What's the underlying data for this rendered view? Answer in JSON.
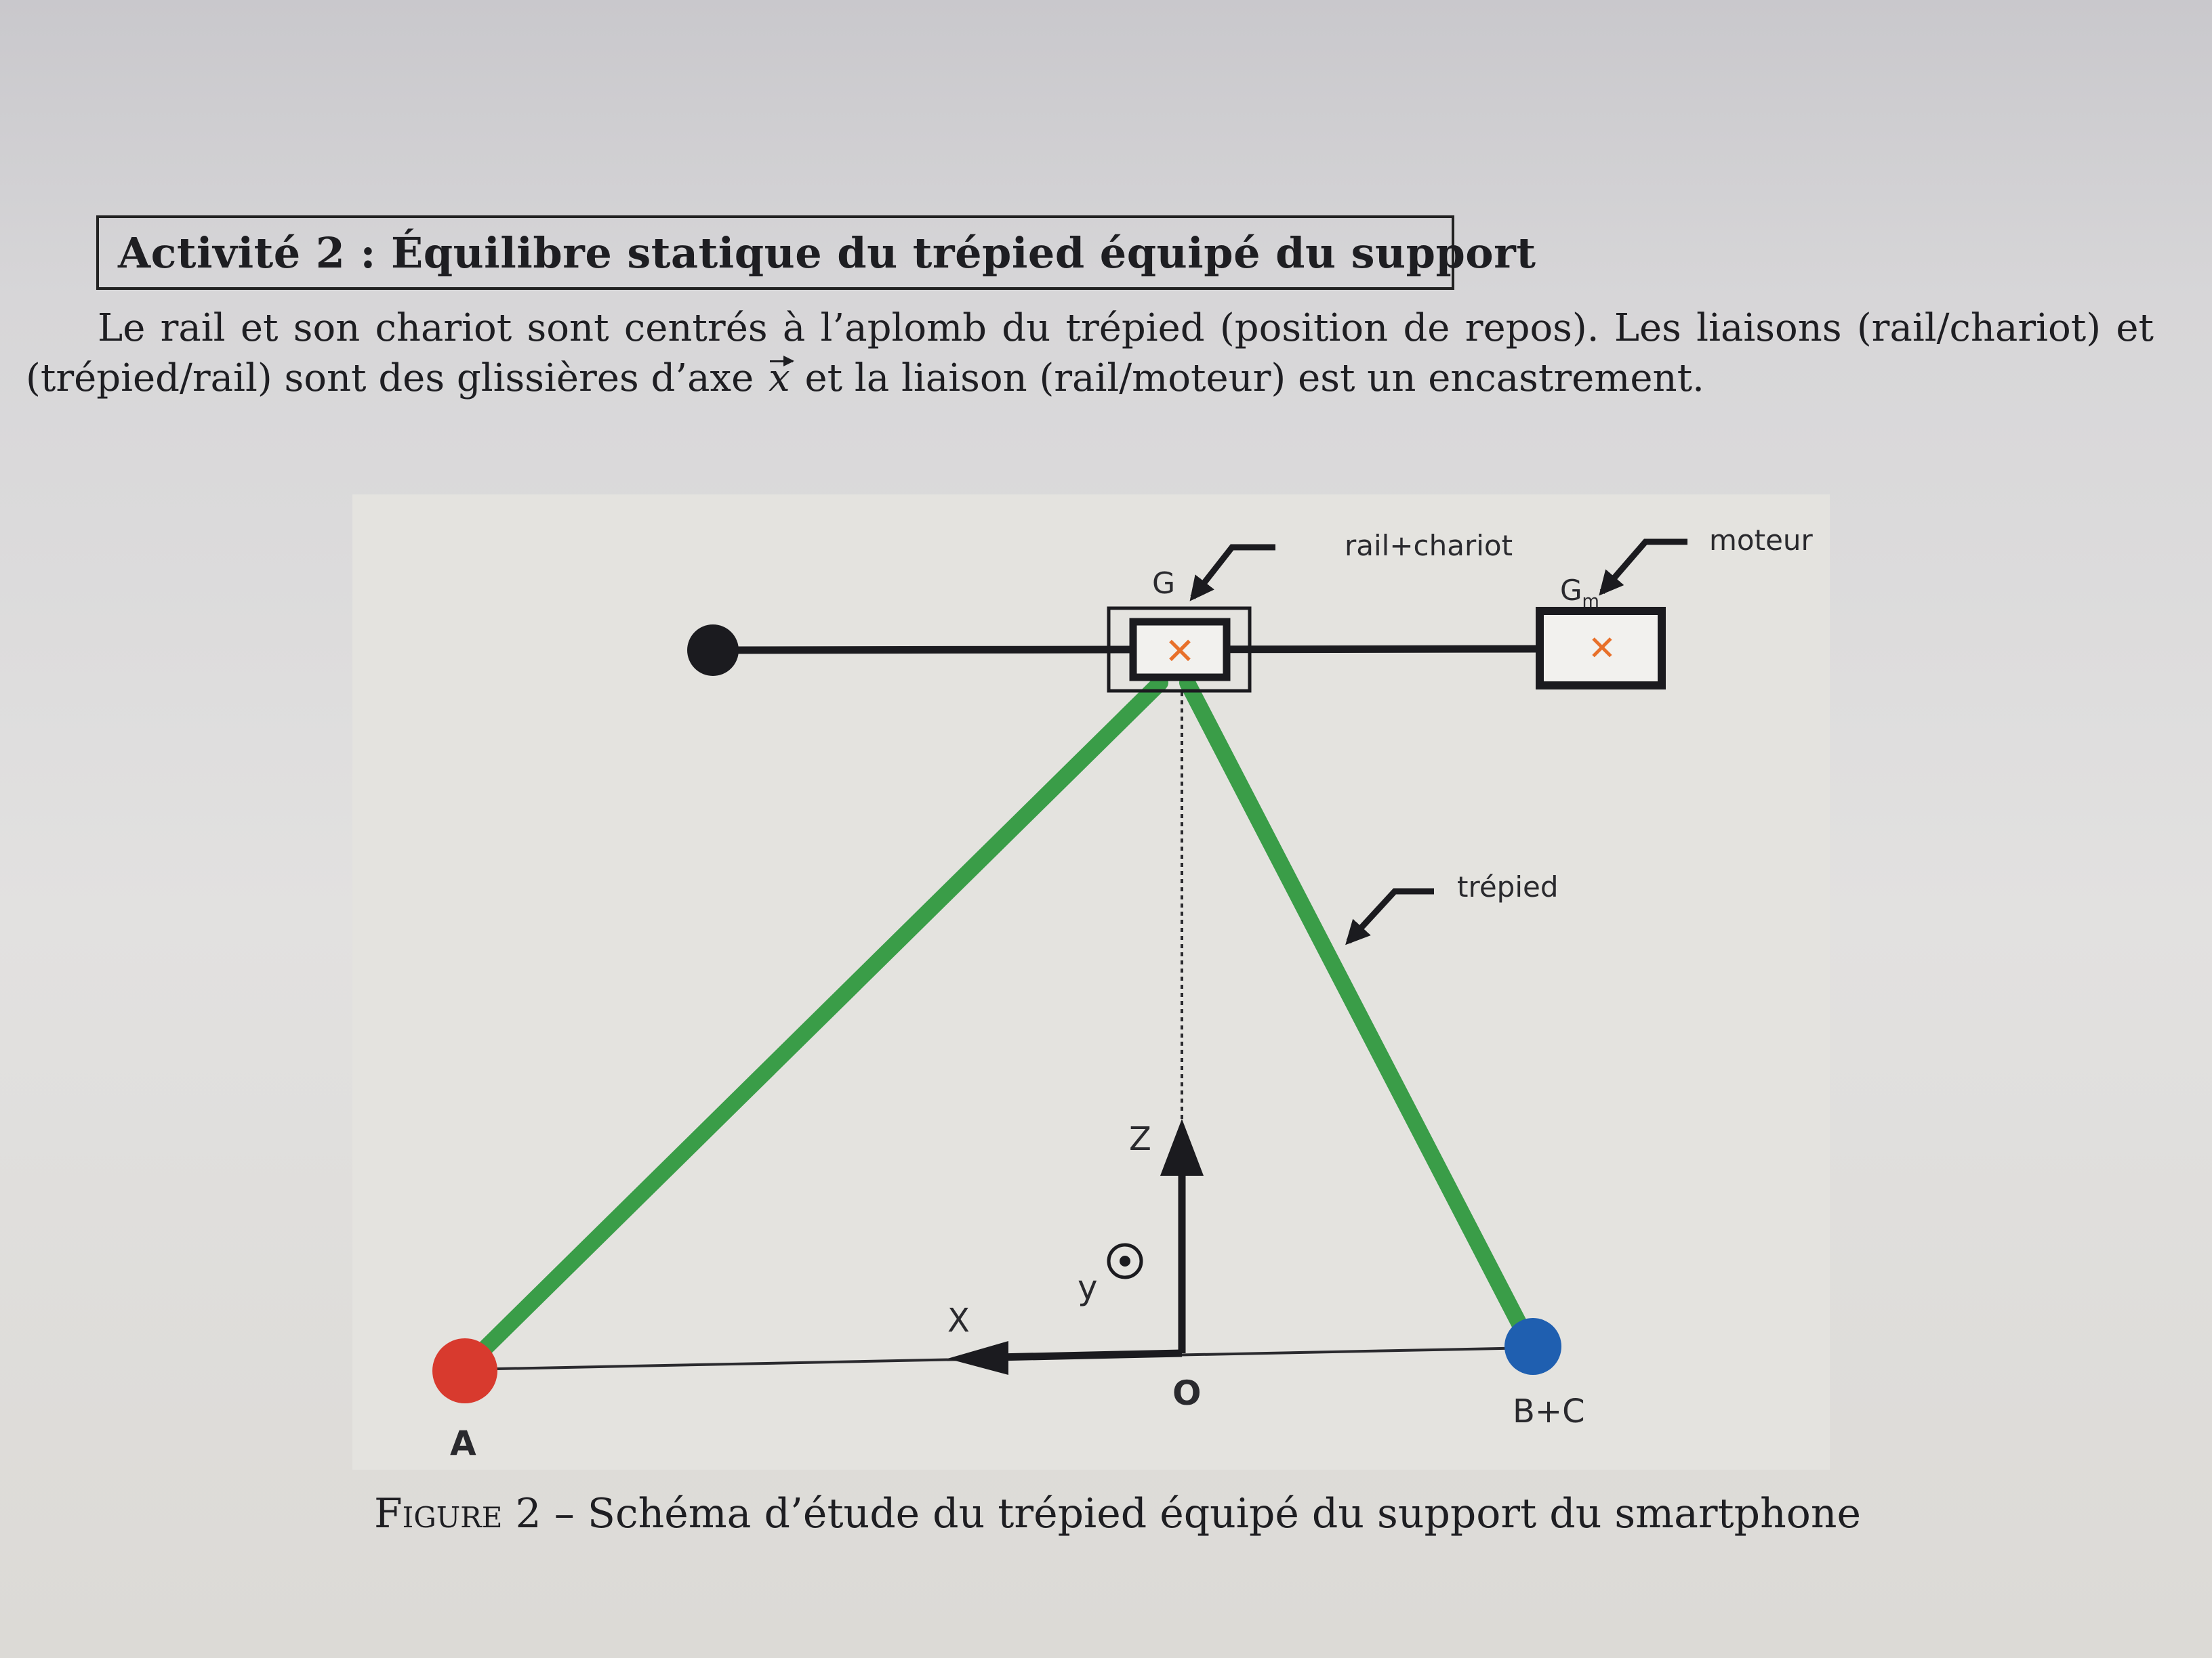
{
  "activity": {
    "title": "Activité 2 : Équilibre statique du trépied équipé du support"
  },
  "paragraph": {
    "line1": "Le rail et son chariot sont centrés à l’aplomb du trépied (position de repos). Les liaisons (rail/chariot) et",
    "line2_before": "(trépied/rail) sont des glissières d’axe ",
    "axis_symbol": "x",
    "line2_after": " et la liaison (rail/moteur) est un encastrement."
  },
  "figure": {
    "labels": {
      "G": "G",
      "Gm_base": "G",
      "Gm_sub": "m",
      "rail_chariot": "rail+chariot",
      "moteur": "moteur",
      "trepied": "trépied",
      "z": "Z",
      "y": "y",
      "x": "X",
      "O": "O",
      "A": "A",
      "BC": "B+C"
    },
    "colors": {
      "tripod_leg": "#3a9d48",
      "point_A": "#d83a2e",
      "point_BC": "#1f5fb0",
      "center_mark": "#e8702a",
      "rail": "#1b1b1f"
    }
  },
  "caption": {
    "label": "Figure 2",
    "separator": " – ",
    "text": "Schéma d’étude du trépied équipé du support du smartphone"
  }
}
